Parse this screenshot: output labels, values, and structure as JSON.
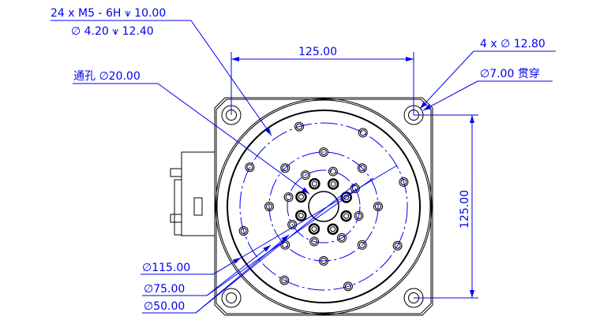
{
  "annotations": {
    "thread_line1": "24 x  M5 - 6H ⩛ 10.00",
    "thread_line2": "∅ 4.20 ⩛ 12.40",
    "through_hole": "通孔 ∅20.00",
    "corner_holes_line1": "4 x  ∅ 12.80",
    "corner_holes_line2": "∅7.00 贯穿",
    "dim_top": "125.00",
    "dim_right": "125.00",
    "dia_115": "∅115.00",
    "dia_75": "∅75.00",
    "dia_50": "∅50.00"
  },
  "colors": {
    "dimension": "#0000ee",
    "outline": "#000000"
  }
}
